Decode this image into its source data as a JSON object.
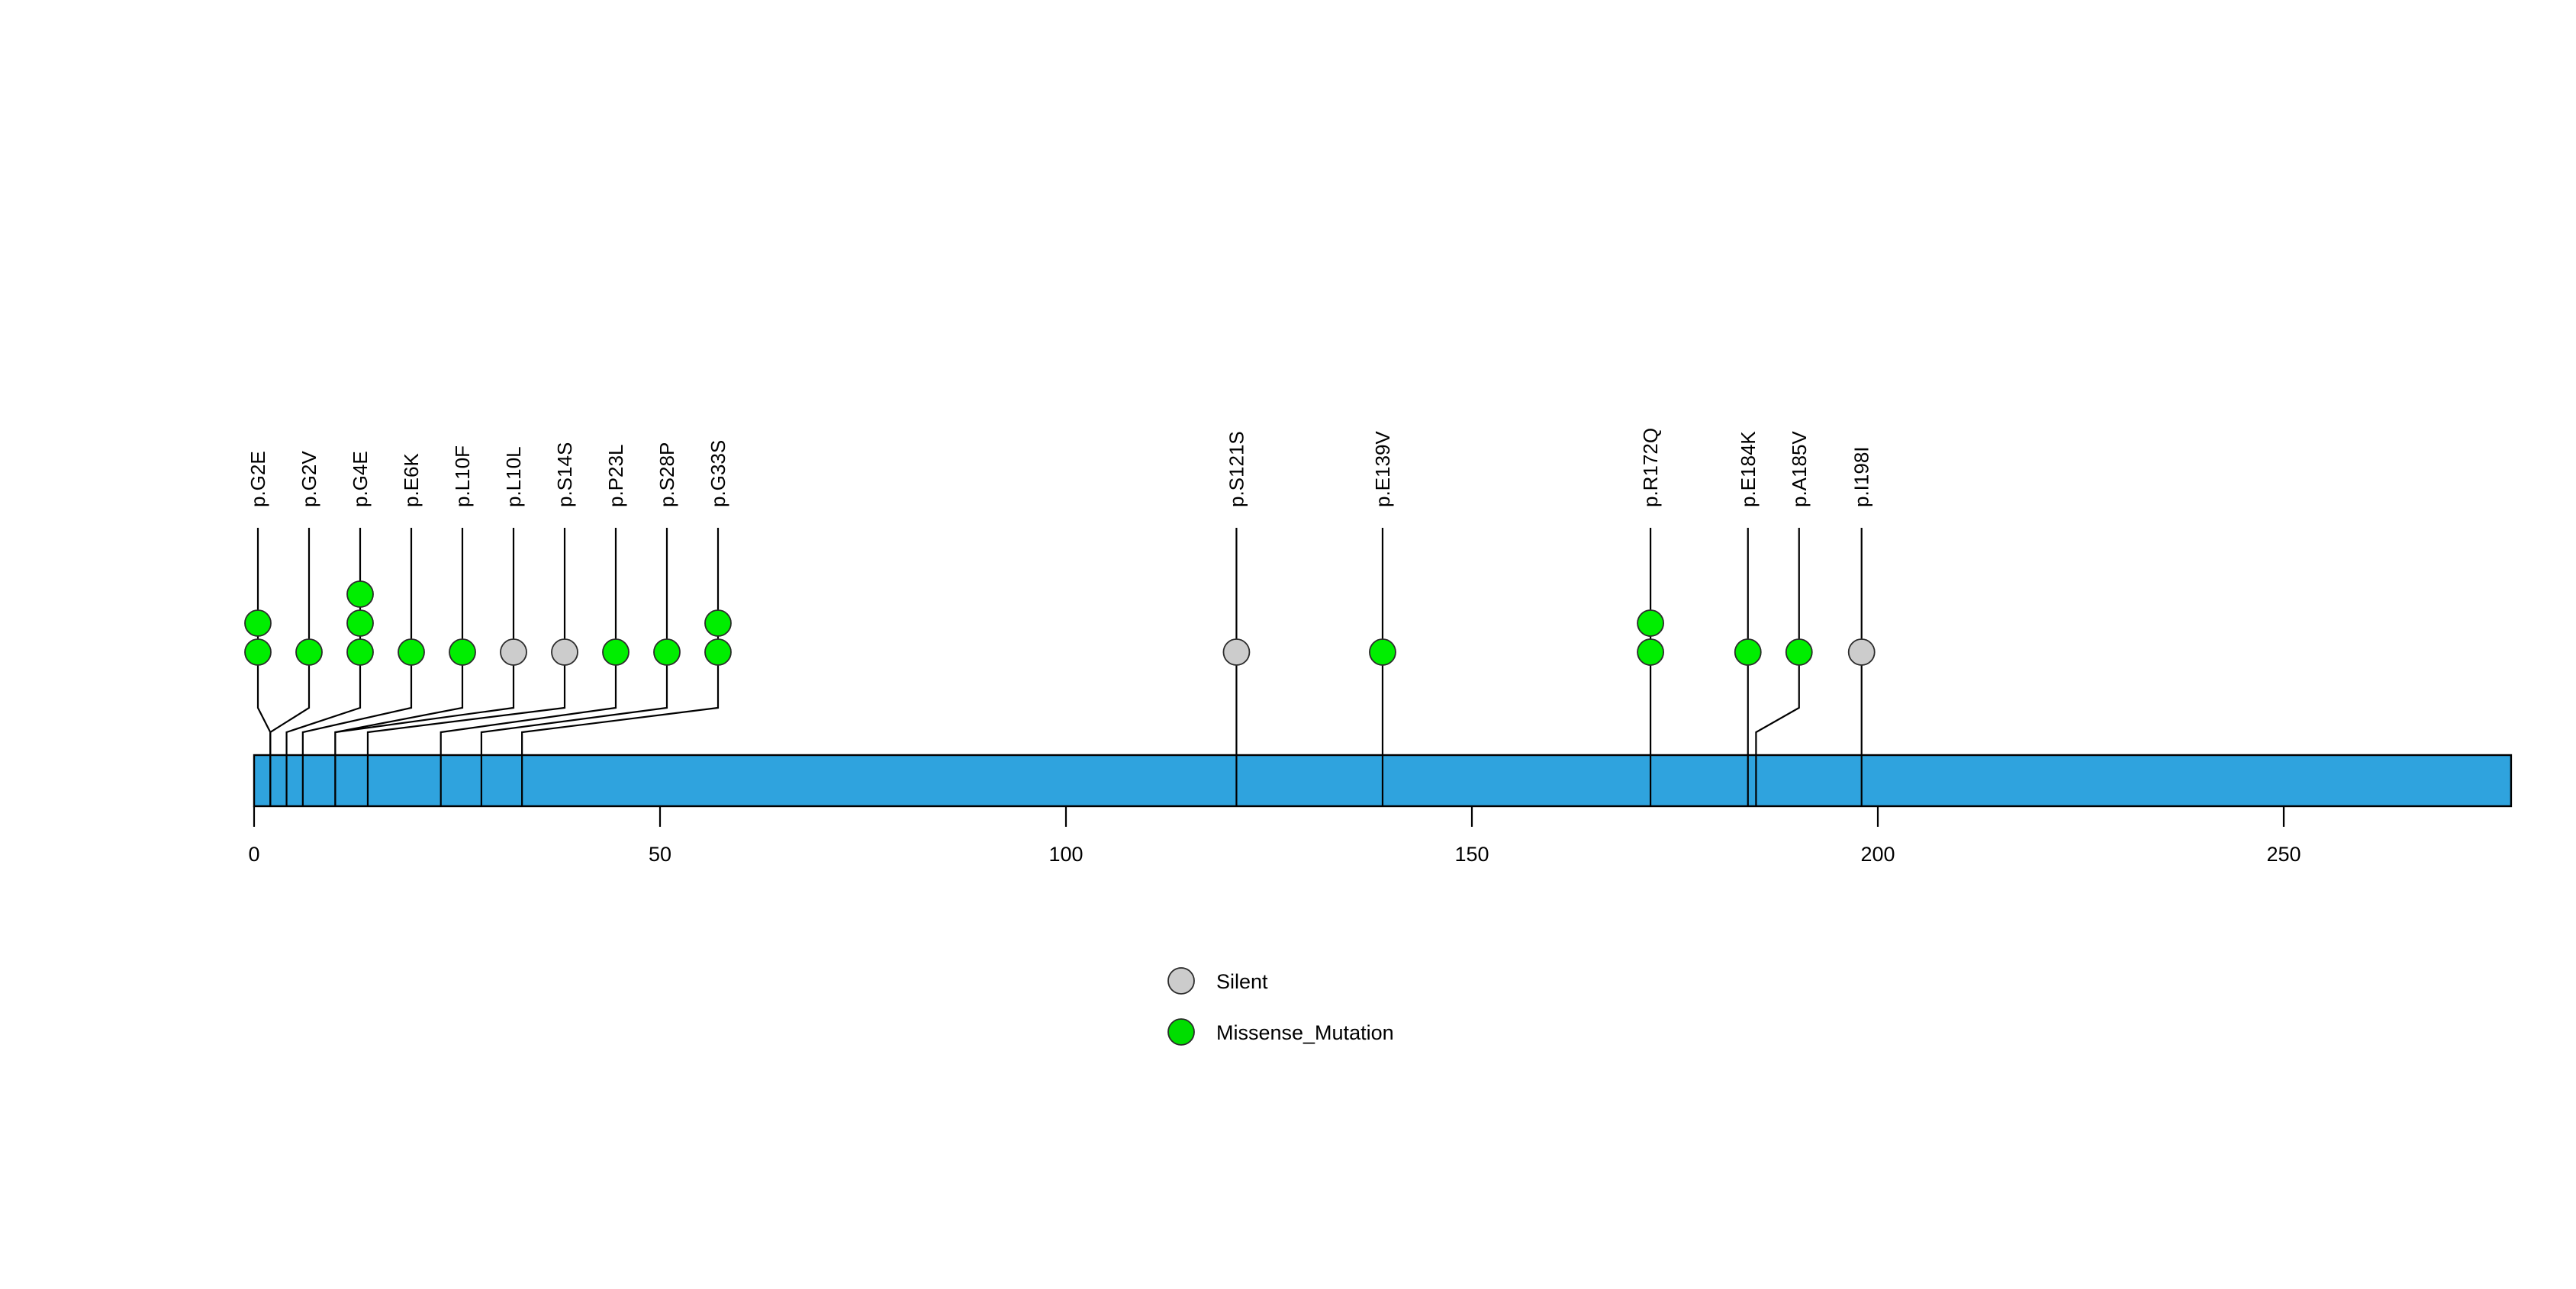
{
  "figure": {
    "type": "lollipop-mutation-diagram",
    "background_color": "#ffffff"
  },
  "chart_data": {
    "type": "scatter",
    "title": "",
    "xlabel": "",
    "ylabel": "",
    "xlim": [
      0,
      278
    ],
    "grid": false,
    "legend_position": "bottom-center",
    "protein_length": 278,
    "protein_bar": {
      "color": "#2fa3de",
      "border_color": "#000000",
      "start": 0,
      "end": 278
    },
    "axis_ticks": [
      {
        "value": 0,
        "label": "0"
      },
      {
        "value": 50,
        "label": "50"
      },
      {
        "value": 100,
        "label": "100"
      },
      {
        "value": 150,
        "label": "150"
      },
      {
        "value": 200,
        "label": "200"
      },
      {
        "value": 250,
        "label": "250"
      }
    ],
    "legend": [
      {
        "label": "Silent",
        "color": "#cccccc"
      },
      {
        "label": "Missense_Mutation",
        "color": "#00dd00"
      }
    ],
    "mutations": [
      {
        "label": "p.G2E",
        "position": 2,
        "count": 2,
        "type": "Missense_Mutation",
        "color": "#00ee00"
      },
      {
        "label": "p.G2V",
        "position": 2,
        "count": 1,
        "type": "Missense_Mutation",
        "color": "#00ee00"
      },
      {
        "label": "p.G4E",
        "position": 4,
        "count": 3,
        "type": "Missense_Mutation",
        "color": "#00ee00"
      },
      {
        "label": "p.E6K",
        "position": 6,
        "count": 1,
        "type": "Missense_Mutation",
        "color": "#00ee00"
      },
      {
        "label": "p.L10F",
        "position": 10,
        "count": 1,
        "type": "Missense_Mutation",
        "color": "#00ee00"
      },
      {
        "label": "p.L10L",
        "position": 10,
        "count": 1,
        "type": "Silent",
        "color": "#cccccc"
      },
      {
        "label": "p.S14S",
        "position": 14,
        "count": 1,
        "type": "Silent",
        "color": "#cccccc"
      },
      {
        "label": "p.P23L",
        "position": 23,
        "count": 1,
        "type": "Missense_Mutation",
        "color": "#00ee00"
      },
      {
        "label": "p.S28P",
        "position": 28,
        "count": 1,
        "type": "Missense_Mutation",
        "color": "#00ee00"
      },
      {
        "label": "p.G33S",
        "position": 33,
        "count": 2,
        "type": "Missense_Mutation",
        "color": "#00ee00"
      },
      {
        "label": "p.S121S",
        "position": 121,
        "count": 1,
        "type": "Silent",
        "color": "#cccccc"
      },
      {
        "label": "p.E139V",
        "position": 139,
        "count": 1,
        "type": "Missense_Mutation",
        "color": "#00ee00"
      },
      {
        "label": "p.R172Q",
        "position": 172,
        "count": 2,
        "type": "Missense_Mutation",
        "color": "#00ee00"
      },
      {
        "label": "p.E184K",
        "position": 184,
        "count": 1,
        "type": "Missense_Mutation",
        "color": "#00ee00"
      },
      {
        "label": "p.A185V",
        "position": 185,
        "count": 1,
        "type": "Missense_Mutation",
        "color": "#00ee00"
      },
      {
        "label": "p.I198I",
        "position": 198,
        "count": 1,
        "type": "Silent",
        "color": "#cccccc"
      }
    ]
  }
}
